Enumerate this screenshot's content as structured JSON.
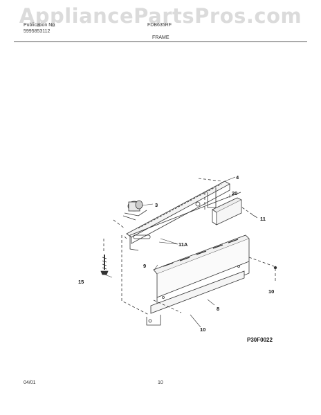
{
  "watermark": "AppliancePartsPros.com",
  "header": {
    "left_line1": "Publication No",
    "left_line2": "5995853112",
    "model": "FDB635RF",
    "section": "FRAME"
  },
  "parts": [
    "3",
    "4",
    "20",
    "11",
    "11A",
    "9",
    "15",
    "8",
    "10",
    "10"
  ],
  "diagram_code": "P30F0022",
  "footer": {
    "date": "04/01",
    "page": "10"
  }
}
